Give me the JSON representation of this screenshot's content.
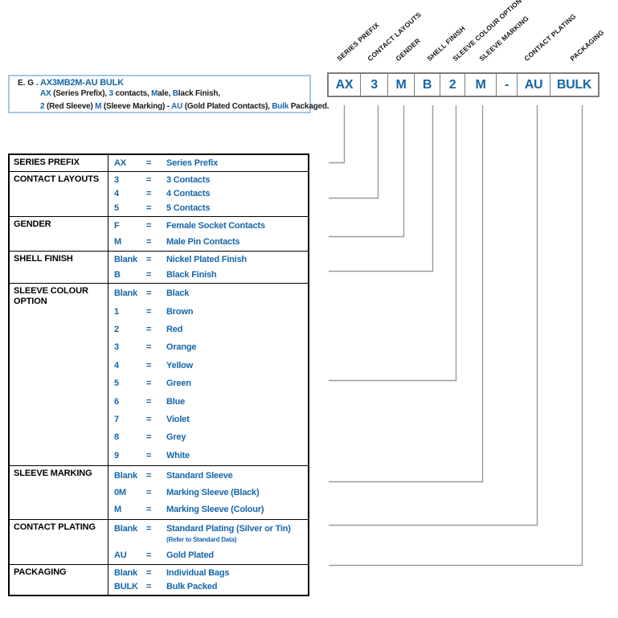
{
  "example": {
    "prefix_label": "E. G .",
    "code": "AX3MB2M-AU BULK",
    "line2": [
      {
        "t": "AX",
        "c": "b"
      },
      {
        "t": " (Series Prefix), ",
        "c": "k"
      },
      {
        "t": "3",
        "c": "b"
      },
      {
        "t": " contacts, ",
        "c": "k"
      },
      {
        "t": "M",
        "c": "b"
      },
      {
        "t": "ale, ",
        "c": "k"
      },
      {
        "t": "B",
        "c": "b"
      },
      {
        "t": "lack Finish,",
        "c": "k"
      }
    ],
    "line3": [
      {
        "t": "2",
        "c": "b"
      },
      {
        "t": " (Red Sleeve) ",
        "c": "k"
      },
      {
        "t": "M",
        "c": "b"
      },
      {
        "t": " (Sleeve Marking) - ",
        "c": "k"
      },
      {
        "t": "AU",
        "c": "b"
      },
      {
        "t": " (Gold Plated Contacts), ",
        "c": "k"
      },
      {
        "t": "Bulk",
        "c": "b"
      },
      {
        "t": " Packaged.",
        "c": "k"
      }
    ]
  },
  "code_box": {
    "segments": [
      "AX",
      "3",
      "M",
      "B",
      "2",
      "M",
      "-",
      "AU",
      "BULK"
    ]
  },
  "field_labels": [
    "SERIES PREFIX",
    "CONTACT LAYOUTS",
    "GENDER",
    "SHELL FINISH",
    "SLEEVE COLOUR OPTION",
    "SLEEVE MARKING",
    "CONTACT PLATING",
    "PACKAGING"
  ],
  "table": {
    "equals": "=",
    "sections": [
      {
        "header": "SERIES PREFIX",
        "rows": [
          {
            "code": "AX",
            "desc": "Series Prefix"
          }
        ]
      },
      {
        "header": "CONTACT LAYOUTS",
        "rows": [
          {
            "code": "3",
            "desc": "3 Contacts"
          },
          {
            "code": "4",
            "desc": "4 Contacts"
          },
          {
            "code": "5",
            "desc": "5 Contacts"
          }
        ]
      },
      {
        "header": "GENDER",
        "rows": [
          {
            "code": "F",
            "desc": "Female Socket Contacts"
          },
          {
            "code": "M",
            "desc": "Male Pin Contacts"
          }
        ]
      },
      {
        "header": "SHELL FINISH",
        "rows": [
          {
            "code": "Blank",
            "desc": "Nickel Plated Finish"
          },
          {
            "code": "B",
            "desc": "Black Finish"
          }
        ]
      },
      {
        "header": "SLEEVE COLOUR OPTION",
        "rows": [
          {
            "code": "Blank",
            "desc": "Black"
          },
          {
            "code": "1",
            "desc": "Brown"
          },
          {
            "code": "2",
            "desc": "Red"
          },
          {
            "code": "3",
            "desc": "Orange"
          },
          {
            "code": "4",
            "desc": "Yellow"
          },
          {
            "code": "5",
            "desc": "Green"
          },
          {
            "code": "6",
            "desc": "Blue"
          },
          {
            "code": "7",
            "desc": "Violet"
          },
          {
            "code": "8",
            "desc": "Grey"
          },
          {
            "code": "9",
            "desc": "White"
          }
        ]
      },
      {
        "header": "SLEEVE MARKING",
        "rows": [
          {
            "code": "Blank",
            "desc": "Standard Sleeve"
          },
          {
            "code": "0M",
            "desc": "Marking Sleeve (Black)"
          },
          {
            "code": "M",
            "desc": "Marking Sleeve (Colour)"
          }
        ]
      },
      {
        "header": "CONTACT PLATING",
        "rows": [
          {
            "code": "Blank",
            "desc": "Standard Plating (Silver or Tin)",
            "note": "(Refer to Standard Data)"
          },
          {
            "code": "AU",
            "desc": "Gold Plated"
          }
        ]
      },
      {
        "header": "PACKAGING",
        "rows": [
          {
            "code": "Blank",
            "desc": "Individual Bags"
          },
          {
            "code": "BULK",
            "desc": "Bulk Packed"
          }
        ]
      }
    ]
  },
  "colors": {
    "blue": "#1566ab",
    "light_blue_border": "#a5c6e5",
    "line_gray": "#9b9b9b"
  }
}
